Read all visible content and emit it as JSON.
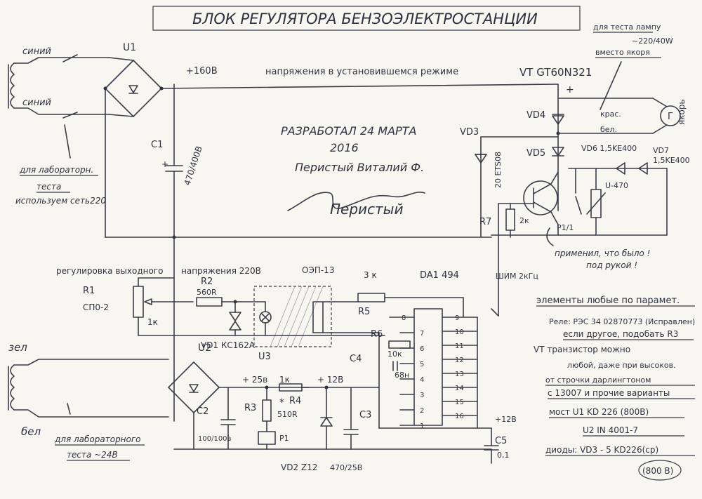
{
  "title": "БЛОК РЕГУЛЯТОРА БЕНЗОЭЛЕКТРОСТАНЦИИ",
  "notes": {
    "test_lamp": "для теста лампу",
    "test_lamp2": "~220/40W",
    "test_lamp3": "вместо якоря",
    "steady_voltage": "напряжения в установившемся режиме",
    "lab_test_top1": "для лабораторн.",
    "lab_test_top2": "теста",
    "lab_test_top3": "используем сеть220",
    "author1": "РАЗРАБОТАЛ 24 МАРТА",
    "author2": "2016",
    "author3": "Перистый Виталий Ф.",
    "output_reg": "регулировка выходного",
    "output_reg2": "напряжения 220В",
    "applied": "применил, что было !",
    "applied2": "под рукой !",
    "lab_test_bottom1": "для лабораторного",
    "lab_test_bottom2": "теста ~24В",
    "pwm": "ШИМ 2кГц",
    "elements_title": "элементы любые по парамет.",
    "relay": "Реле: РЭС 34  02870773 (Исправлен)",
    "relay2": "если другое, подобать R3",
    "vt_note1": "VT транзистор можно",
    "vt_note2": "любой, даже при высоков.",
    "vt_note3": "от строчки дарлингтоном",
    "vt_note4": "с 13007 и прочие варианты",
    "bridge_u1": "мост U1   KD 226 (800В)",
    "bridge_u2": "U2   IN 4001-7",
    "diodes": "диоды: VD3 - 5  KD226(ср)",
    "diodes2": "(800 В)"
  },
  "labels": {
    "sin_top": "синий",
    "sin_top2": "синий",
    "zel": "зел",
    "bel_bottom": "бел",
    "kras": "крас.",
    "bel_right": "бел.",
    "gen": "Г",
    "yakor": "якорь",
    "plus_right": "+",
    "plus_small": "+",
    "plus160": "+160В",
    "u1": "U1",
    "c1": "C1",
    "c1_val": "470/400В",
    "vt": "VT GT60N321",
    "vd3": "VD3",
    "vd3_val": "20 ETS08",
    "vd4": "VD4",
    "vd5": "VD5",
    "vd6": "VD6 1,5KE400",
    "vd7": "VD7",
    "vd7_val": "1,5KE400",
    "u470": "U-470",
    "r7": "R7",
    "r7_val": "2к",
    "p1_top": "P1/1",
    "r1": "R1",
    "r1_type": "СП0-2",
    "r1_val": "1к",
    "r2": "R2",
    "r2_val": "560R",
    "vd1": "VD1  КС162А",
    "u3": "U3",
    "oep": "ОЭП-13",
    "r5": "R5",
    "r5_val": "3 к",
    "da1": "DA1  494",
    "r6": "R6",
    "r6_val": "10к",
    "c4": "C4",
    "c4_val": "68н",
    "u2": "U2",
    "c2": "C2",
    "c2_val": "100/100в",
    "plus25": "+ 25в",
    "r3": "R3",
    "r3_val": "510R",
    "p1": "P1",
    "r4": "R4",
    "r4_val": "1к",
    "plus12": "+ 12В",
    "c3": "C3",
    "c3_val": "470/25В",
    "vd2": "VD2   Z12",
    "plus12b": "+12В",
    "c5": "C5",
    "c5_val": "0,1",
    "star": "*",
    "pins_left": [
      "7",
      "6",
      "5",
      "4",
      "3",
      "2",
      "1"
    ],
    "pins_left_top": "8",
    "pins_right": [
      "9",
      "10",
      "11",
      "12",
      "13",
      "14",
      "15",
      "16"
    ]
  },
  "signature": "Перистый"
}
